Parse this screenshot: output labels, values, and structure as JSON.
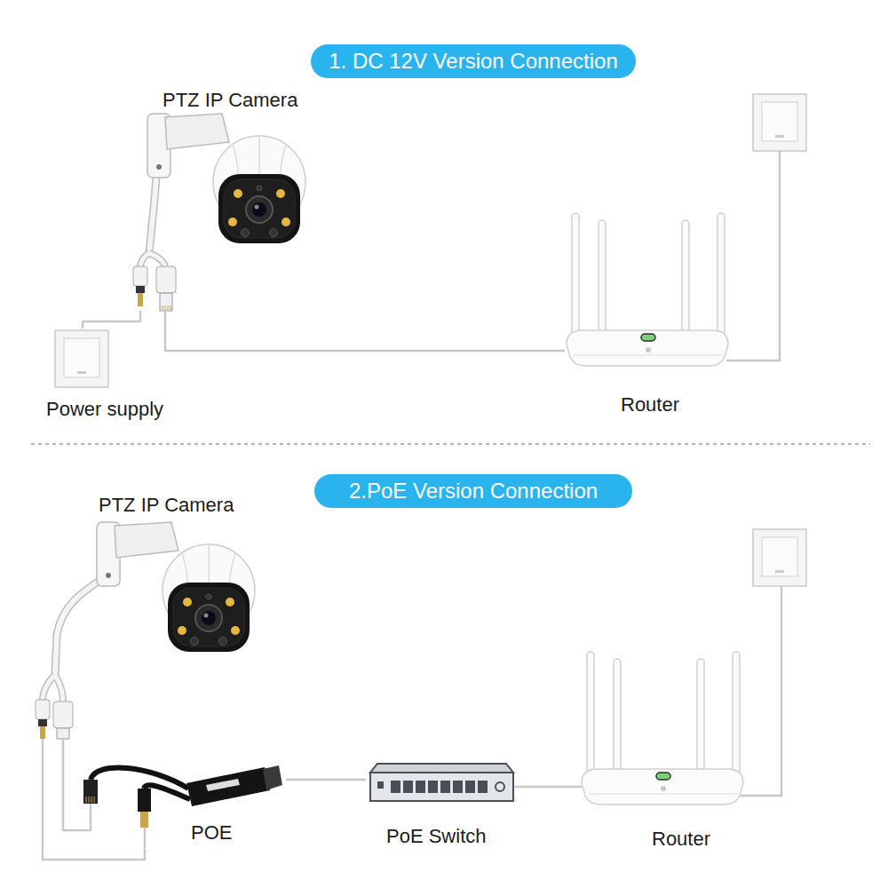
{
  "diagram": {
    "nodes": [
      {
        "text": [
          "1. DC 12V Version Connection"
        ]
      },
      {
        "text": [
          "PTZ IP Camera"
        ]
      },
      {
        "text": [
          "Power supply"
        ]
      },
      {
        "text": [
          "Router"
        ]
      },
      {
        "text": [
          "2.PoE Version Connection"
        ]
      },
      {
        "text": [
          "PTZ IP Camera"
        ]
      },
      {
        "text": [
          "POE"
        ]
      },
      {
        "text": [
          "PoE Switch"
        ]
      },
      {
        "text": [
          "Router"
        ]
      }
    ],
    "edges": [
      {
        "from": 1,
        "to": 2,
        "arrow": "none"
      },
      {
        "from": 1,
        "to": 3,
        "arrow": "none"
      },
      {
        "from": 5,
        "to": 6,
        "arrow": "none"
      },
      {
        "from": 5,
        "to": 6,
        "arrow": "none"
      },
      {
        "from": 6,
        "to": 7,
        "arrow": "none"
      },
      {
        "from": 7,
        "to": 8,
        "arrow": "none"
      }
    ]
  }
}
